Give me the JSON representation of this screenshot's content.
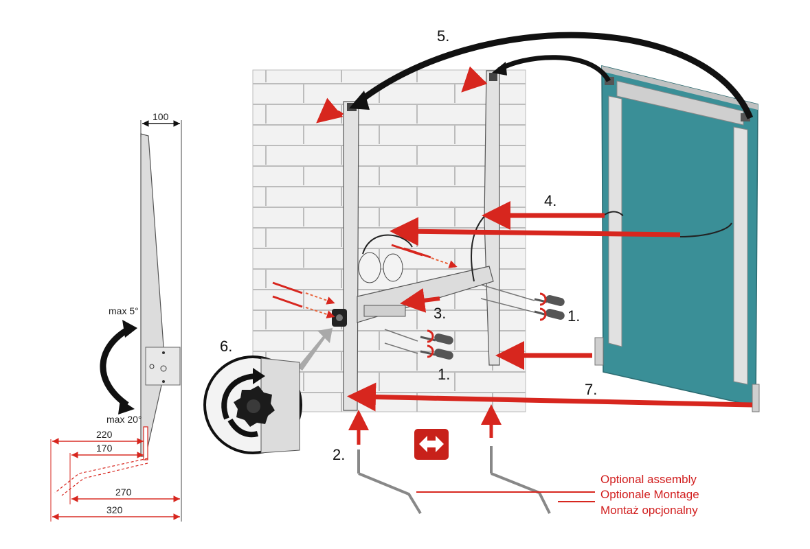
{
  "dimensions": {
    "width_top": "100",
    "d220": "220",
    "d170": "170",
    "d270": "270",
    "d320": "320"
  },
  "angles": {
    "max_top": "max 5°",
    "max_bottom": "max 20°"
  },
  "steps": {
    "s1a": "1.",
    "s1b": "1.",
    "s2": "2.",
    "s3": "3.",
    "s4": "4.",
    "s5": "5.",
    "s6": "6.",
    "s7": "7."
  },
  "legend": {
    "en": "Optional assembly",
    "de": "Optionale Montage",
    "pl": "Montaż opcjonalny"
  },
  "colors": {
    "arrow_red": "#d7261e",
    "panel_teal": "#3a8f97",
    "frame_grey": "#d9d9d9",
    "wall_grey": "#ececec"
  },
  "icons": [
    "double-headed-arrow-icon",
    "rotate-arrow-icon",
    "screwdriver-icon",
    "knob-icon"
  ]
}
